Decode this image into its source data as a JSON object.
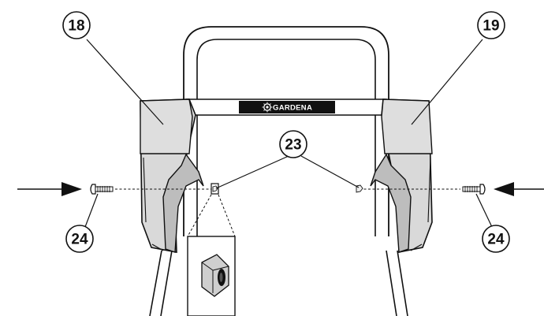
{
  "figure": {
    "brand_label": "GARDENA",
    "callouts": {
      "c18": "18",
      "c19": "19",
      "c23": "23",
      "c24_left": "24",
      "c24_right": "24"
    },
    "icons": {
      "brand_logo": "gardena-sun-logo-icon",
      "arrow_left": "arrow-right-icon",
      "arrow_right": "arrow-left-icon",
      "screw": "screw-icon",
      "nut": "hex-nut-icon"
    },
    "colors": {
      "ink": "#111111",
      "housing_fill": "#d9d9d9",
      "housing_dark": "#bdbdbd",
      "paper": "#ffffff"
    }
  }
}
